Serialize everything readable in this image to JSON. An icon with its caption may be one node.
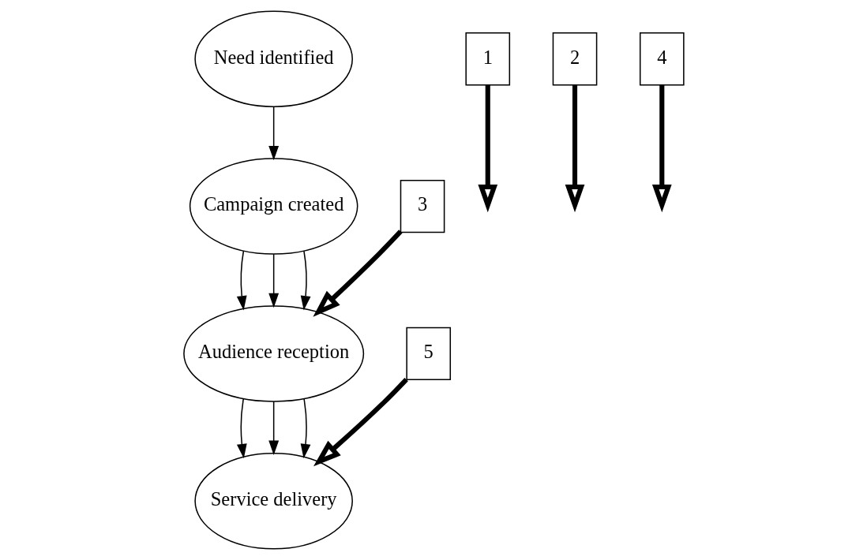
{
  "diagram": {
    "nodes": [
      {
        "text": [
          "Need identified"
        ]
      },
      {
        "text": [
          "Campaign created"
        ]
      },
      {
        "text": [
          "Audience reception"
        ]
      },
      {
        "text": [
          "Service delivery"
        ]
      },
      {
        "text": [
          "1"
        ]
      },
      {
        "text": [
          "2"
        ]
      },
      {
        "text": [
          "3"
        ]
      },
      {
        "text": [
          "4"
        ]
      },
      {
        "text": [
          "5"
        ]
      }
    ],
    "edges": [
      {
        "from": 0,
        "to": 1,
        "arrow": "to"
      },
      {
        "from": 1,
        "to": 2,
        "arrow": "to"
      },
      {
        "from": 1,
        "to": 2,
        "arrow": "to"
      },
      {
        "from": 1,
        "to": 2,
        "arrow": "to"
      },
      {
        "from": 2,
        "to": 3,
        "arrow": "to"
      },
      {
        "from": 2,
        "to": 3,
        "arrow": "to"
      },
      {
        "from": 2,
        "to": 3,
        "arrow": "to"
      },
      {
        "from": 4,
        "to": null,
        "arrow": "to",
        "style": "thick"
      },
      {
        "from": 5,
        "to": null,
        "arrow": "to",
        "style": "thick"
      },
      {
        "from": 6,
        "to": 2,
        "arrow": "to",
        "style": "thick"
      },
      {
        "from": 7,
        "to": null,
        "arrow": "to",
        "style": "thick"
      },
      {
        "from": 8,
        "to": 3,
        "arrow": "to",
        "style": "thick"
      }
    ]
  }
}
